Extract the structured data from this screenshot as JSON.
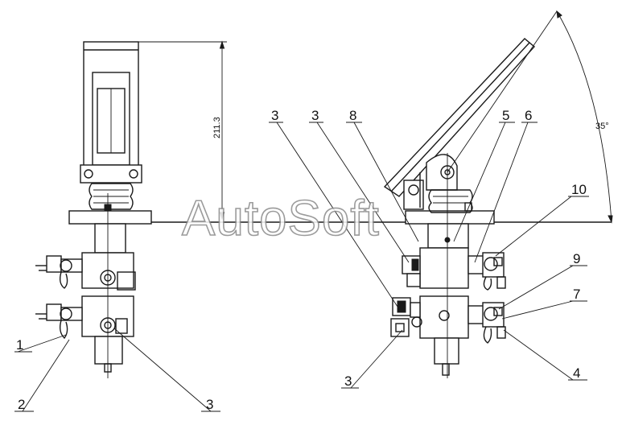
{
  "diagram": {
    "dimensions": {
      "height_label": "211.3",
      "angle_label": "35°"
    },
    "callouts": [
      {
        "id": "c-left-1",
        "text": "1"
      },
      {
        "id": "c-left-2",
        "text": "2"
      },
      {
        "id": "c-left-3",
        "text": "3"
      },
      {
        "id": "c-right-3a",
        "text": "3"
      },
      {
        "id": "c-right-3b",
        "text": "3"
      },
      {
        "id": "c-right-8",
        "text": "8"
      },
      {
        "id": "c-right-5",
        "text": "5"
      },
      {
        "id": "c-right-6",
        "text": "6"
      },
      {
        "id": "c-right-10",
        "text": "10"
      },
      {
        "id": "c-right-9",
        "text": "9"
      },
      {
        "id": "c-right-7",
        "text": "7"
      },
      {
        "id": "c-right-4",
        "text": "4"
      },
      {
        "id": "c-right-3c",
        "text": "3"
      }
    ],
    "watermark": "AutoSoft"
  }
}
